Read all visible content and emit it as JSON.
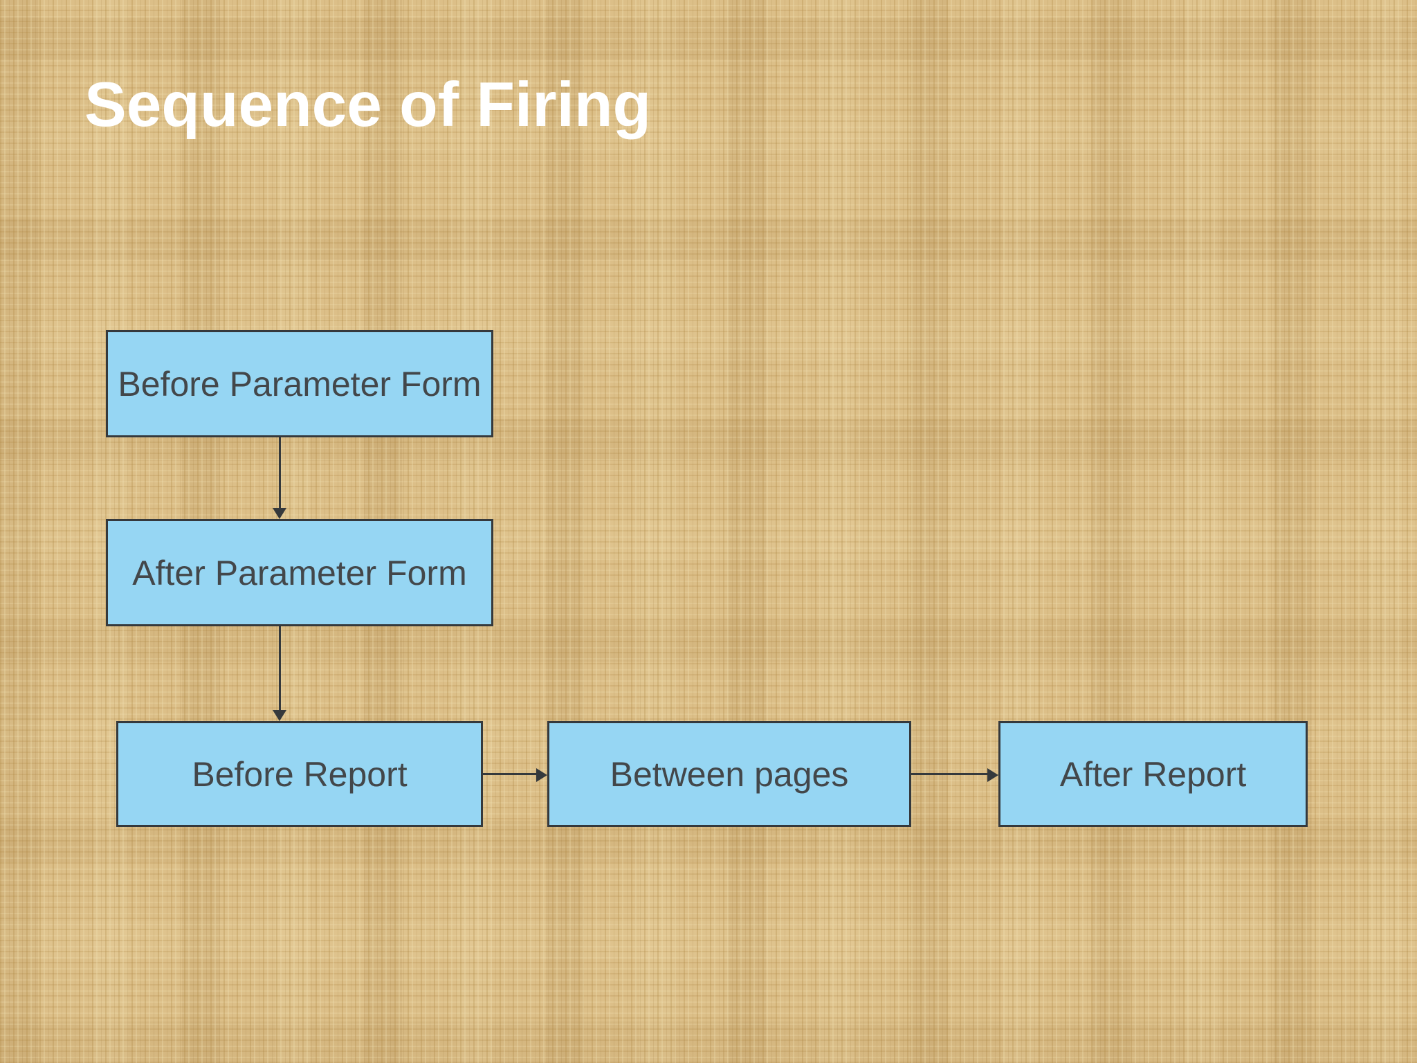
{
  "slide": {
    "title": "Sequence of Firing"
  },
  "flowchart": {
    "nodes": [
      {
        "id": "before-parameter-form",
        "label": "Before Parameter Form"
      },
      {
        "id": "after-parameter-form",
        "label": "After Parameter Form"
      },
      {
        "id": "before-report",
        "label": "Before Report"
      },
      {
        "id": "between-pages",
        "label": "Between pages"
      },
      {
        "id": "after-report",
        "label": "After Report"
      }
    ],
    "edges": [
      {
        "from": "before-parameter-form",
        "to": "after-parameter-form",
        "direction": "down"
      },
      {
        "from": "after-parameter-form",
        "to": "before-report",
        "direction": "down"
      },
      {
        "from": "before-report",
        "to": "between-pages",
        "direction": "right"
      },
      {
        "from": "between-pages",
        "to": "after-report",
        "direction": "right"
      }
    ]
  },
  "colors": {
    "background": "#dcbf88",
    "node_fill": "#96d6f3",
    "node_border": "#35393c",
    "node_text": "#43474a",
    "arrow": "#35393c",
    "title": "#ffffff"
  }
}
